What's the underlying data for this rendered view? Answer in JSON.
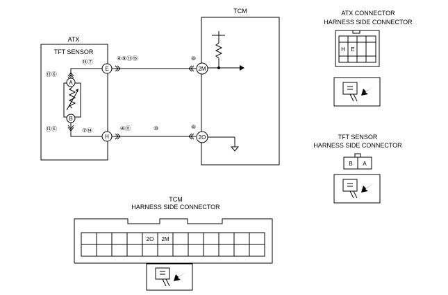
{
  "tcm": {
    "title": "TCM",
    "pin_2m": "2M",
    "pin_2o": "2O",
    "wire_top_circuit": "⑧",
    "wire_bottom_circuit": "⑧"
  },
  "atx": {
    "title": "ATX",
    "sensor_title": "TFT SENSOR",
    "terminal_e": "E",
    "terminal_h": "H",
    "terminal_a": "A",
    "terminal_b": "B",
    "circuit_a_side": "⑬⑥",
    "circuit_b_side": "⑬⑥",
    "circuit_e_left": "⑭⑦",
    "circuit_h_left": "⑦⑭",
    "circuit_e_right": "④⑨⑪⑮",
    "circuit_h_right": "④⑪",
    "circuit_h_mid": "⑩"
  },
  "atx_connector": {
    "title_line1": "ATX CONNECTOR",
    "title_line2": "HARNESS SIDE CONNECTOR",
    "cell_h": "H",
    "cell_e": "E"
  },
  "tft_connector": {
    "title_line1": "TFT SENSOR",
    "title_line2": "HARNESS SIDE CONNECTOR",
    "cell_b": "B",
    "cell_a": "A"
  },
  "tcm_connector": {
    "title_line1": "TCM",
    "title_line2": "HARNESS SIDE CONNECTOR",
    "cell_2o": "2O",
    "cell_2m": "2M"
  }
}
